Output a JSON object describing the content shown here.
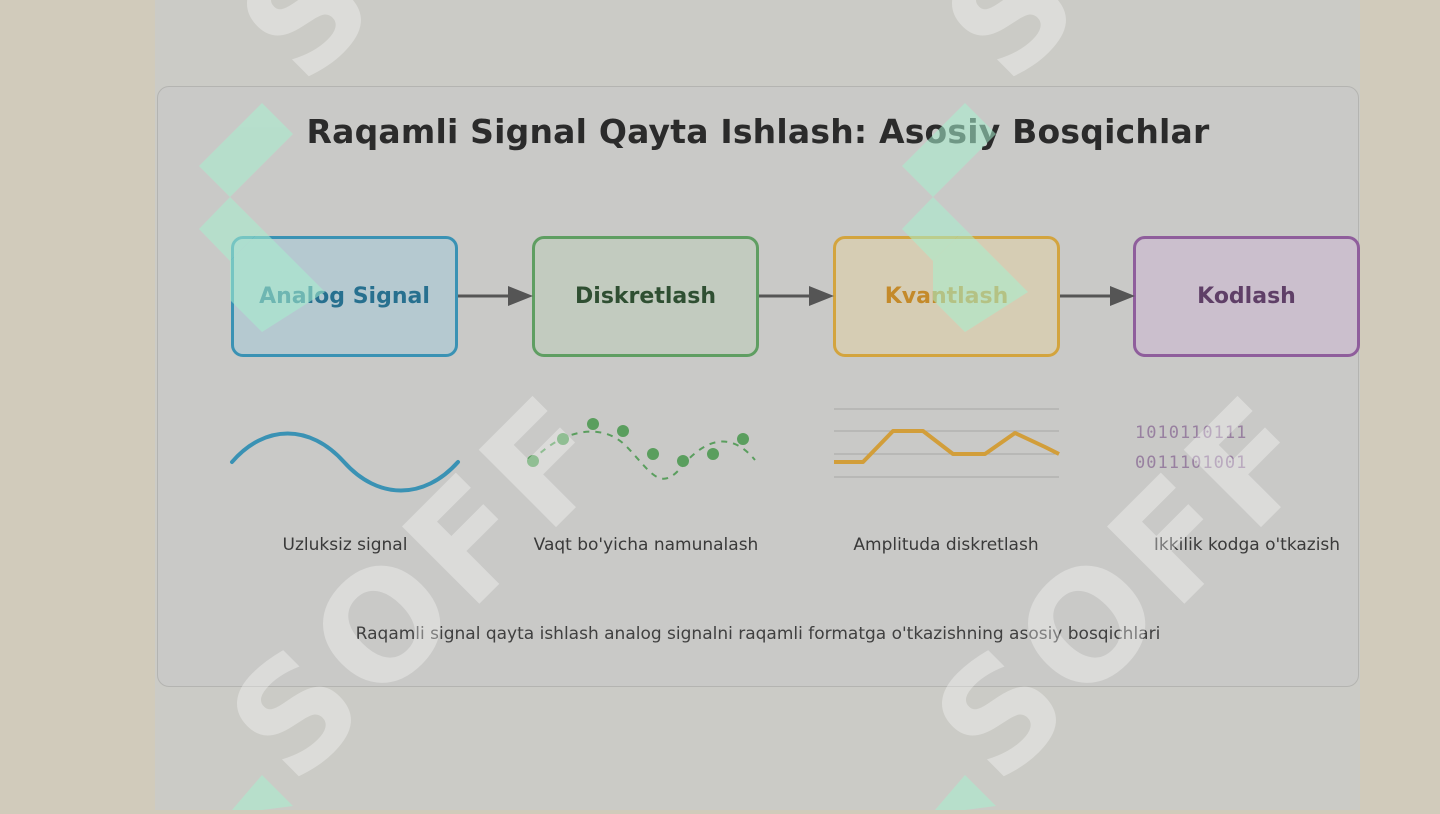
{
  "title": "Raqamli Signal Qayta Ishlash: Asosiy Bosqichlar",
  "steps": [
    {
      "label": "Analog Signal",
      "caption": "Uzluksiz signal",
      "color": "#3a92b4",
      "fill": "#b5c9d0",
      "text_color": "#27708f"
    },
    {
      "label": "Diskretlash",
      "caption": "Vaqt bo'yicha namunalash",
      "color": "#5f9e62",
      "fill": "#c2cbbf",
      "text_color": "#2f4f32"
    },
    {
      "label": "Kvantlash",
      "caption": "Amplituda diskretlash",
      "color": "#d3a43e",
      "fill": "#d6cdb4",
      "text_color": "#c48a2a"
    },
    {
      "label": "Kodlash",
      "caption": "Ikkilik kodga o'tkazish",
      "color": "#8f5e9c",
      "fill": "#cbbfcd",
      "text_color": "#5f3f67"
    }
  ],
  "binary_code": [
    "1010110111",
    "0011101001"
  ],
  "footer": "Raqamli signal qayta ishlash analog signalni raqamli formatga o'tkazishning asosiy bosqichlari",
  "watermark": "SOFF",
  "colors": {
    "arrow": "#555555",
    "sample_dot": "#5a9e5e",
    "quantized_line": "#d29e3a",
    "analog_wave": "#3a92b4"
  }
}
